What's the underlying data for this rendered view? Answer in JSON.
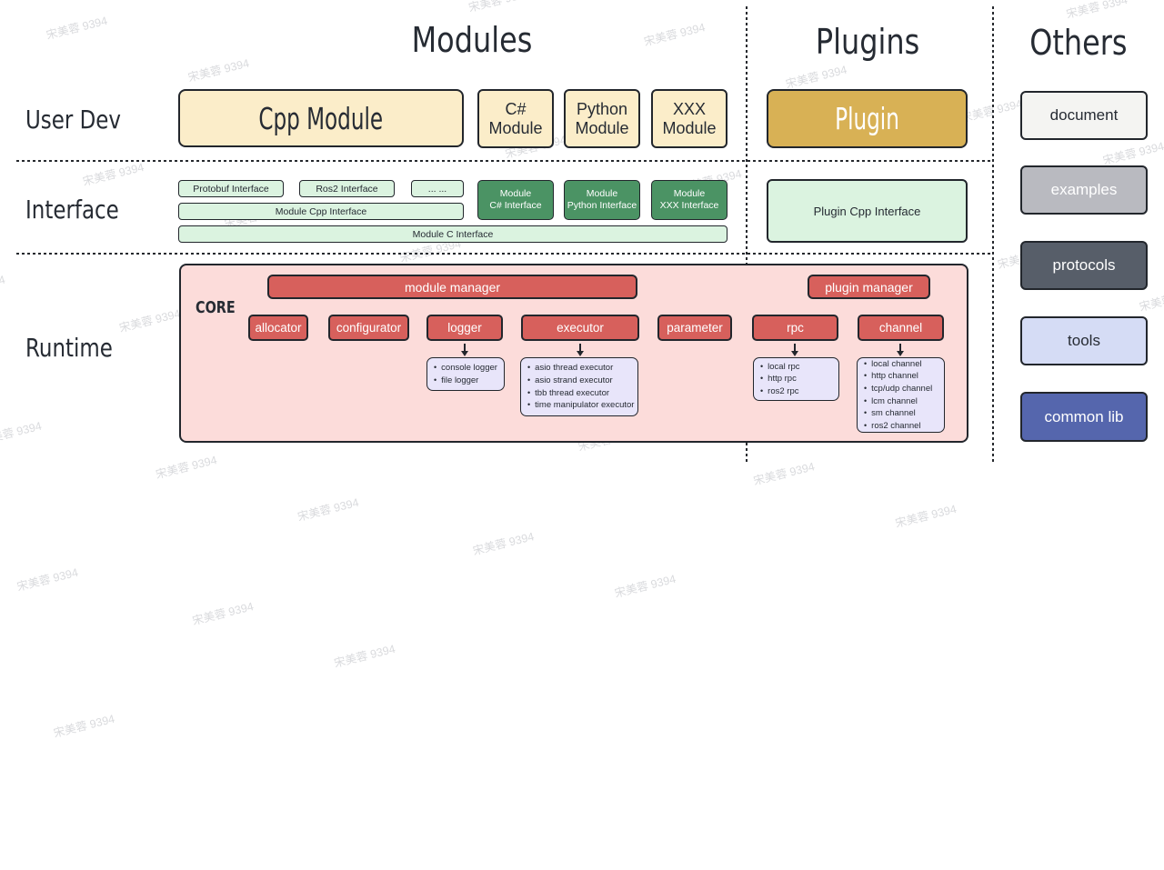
{
  "watermark": "宋美蓉 9394",
  "headers": {
    "modules": "Modules",
    "plugins": "Plugins",
    "others": "Others"
  },
  "row_labels": {
    "user_dev": "User Dev",
    "interface": "Interface",
    "runtime": "Runtime"
  },
  "user_dev": {
    "cpp_module": "Cpp Module",
    "csharp_module": "C#\nModule",
    "python_module": "Python\nModule",
    "xxx_module": "XXX\nModule",
    "plugin": "Plugin"
  },
  "interface": {
    "protobuf": "Protobuf Interface",
    "ros2": "Ros2 Interface",
    "dots": "... ...",
    "module_cpp": "Module Cpp Interface",
    "module_c": "Module C Interface",
    "module_csharp": "Module\nC# Interface",
    "module_python": "Module\nPython Interface",
    "module_xxx": "Module\nXXX Interface",
    "plugin_cpp": "Plugin Cpp Interface"
  },
  "runtime": {
    "core_label": "CORE",
    "module_manager": "module manager",
    "plugin_manager": "plugin manager",
    "components": [
      "allocator",
      "configurator",
      "logger",
      "executor",
      "parameter",
      "rpc",
      "channel"
    ],
    "logger_items": [
      "console logger",
      "file logger"
    ],
    "executor_items": [
      "asio thread executor",
      "asio strand executor",
      "tbb thread executor",
      "time manipulator executor"
    ],
    "rpc_items": [
      "local rpc",
      "http rpc",
      "ros2 rpc"
    ],
    "channel_items": [
      "local channel",
      "http channel",
      "tcp/udp channel",
      "lcm channel",
      "sm channel",
      "ros2 channel"
    ]
  },
  "others": [
    {
      "label": "document",
      "bg": "#f4f4f2",
      "fg": "#262b33"
    },
    {
      "label": "examples",
      "bg": "#b9bac0",
      "fg": "#ffffff"
    },
    {
      "label": "protocols",
      "bg": "#575e69",
      "fg": "#ffffff"
    },
    {
      "label": "tools",
      "bg": "#d5dcf5",
      "fg": "#262b33"
    },
    {
      "label": "common lib",
      "bg": "#5566ad",
      "fg": "#ffffff"
    }
  ],
  "colors": {
    "cream": "#fbedc9",
    "gold": "#d8b155",
    "light_green": "#dbf3e0",
    "medium_green": "#4b9364",
    "pink": "#fcdcda",
    "red": "#d7605c",
    "purple": "#e8e5fa",
    "border": "#22262c",
    "text": "#262b33"
  }
}
